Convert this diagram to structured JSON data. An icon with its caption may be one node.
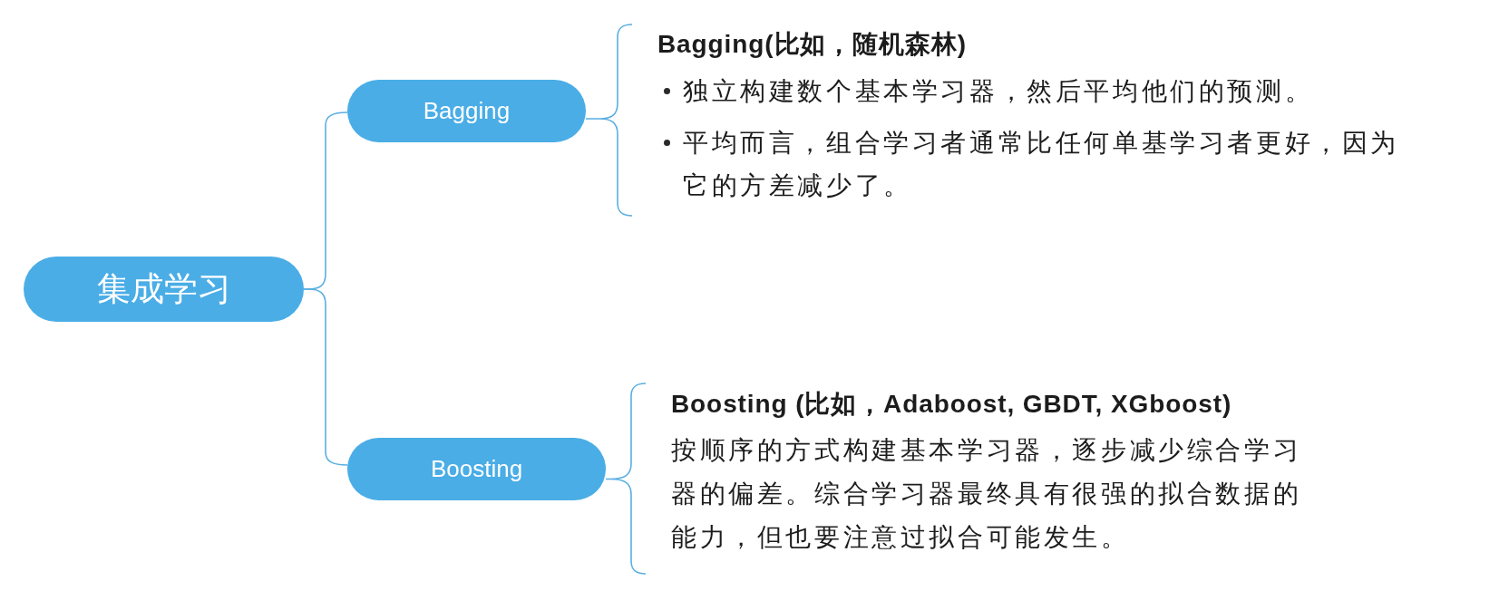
{
  "diagram": {
    "nodes": [
      {
        "text": [
          "集成学习"
        ]
      },
      {
        "text": [
          "Bagging"
        ]
      },
      {
        "text": [
          "Boosting"
        ]
      },
      {
        "text": [
          "Bagging(比如，随机森林)",
          "独立构建数个基本学习器，然后平均他们的预测。",
          "平均而言，组合学习者通常比任何单基学习者更好，因为它的方差减少了。"
        ]
      },
      {
        "text": [
          "Boosting (比如，Adaboost, GBDT, XGboost)",
          "按顺序的方式构建基本学习器，逐步减少综合学习器的偏差。综合学习器最终具有很强的拟合数据的能力，但也要注意过拟合可能发生。"
        ]
      }
    ],
    "edges": [
      {
        "from": 0,
        "to": 1,
        "arrow": "none"
      },
      {
        "from": 0,
        "to": 2,
        "arrow": "none"
      },
      {
        "from": 1,
        "to": 3,
        "arrow": "none"
      },
      {
        "from": 2,
        "to": 4,
        "arrow": "none"
      }
    ]
  }
}
